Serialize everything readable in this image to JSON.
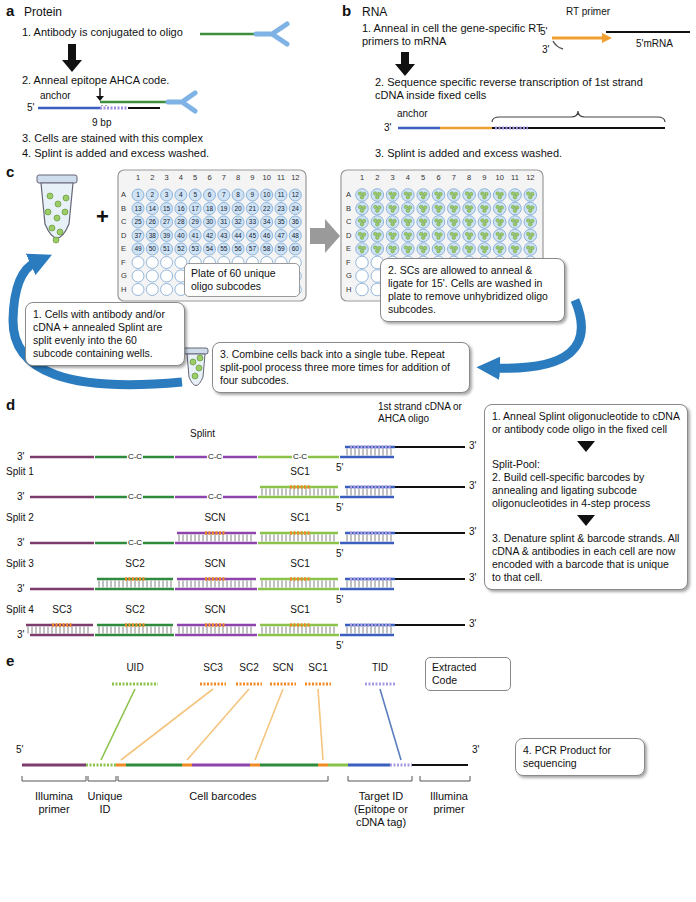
{
  "diagram": {
    "nodes": [
      {
        "text": [
          "1. Cells with antibody and/or cDNA + annealed Splint are split evenly into the 60 subcode containing wells."
        ]
      },
      {
        "text": [
          "Plate of 60 unique oligo subcodes"
        ]
      },
      {
        "text": [
          "2. SCs are allowed to anneal & ligate for 15'. Cells are washed in plate to remove unhybridized oligo subcodes."
        ]
      },
      {
        "text": [
          "3. Combine cells back into a single tube. Repeat split-pool process three more times for addition of four subcodes."
        ]
      },
      {
        "text": [
          "1. Anneal Splint oligonucleotide to cDNA or antibody code oligo in the fixed cell",
          "Split-Pool:",
          "2. Build cell-specific barcodes by annealing and ligating subcode oligonucleotides in 4-step process",
          "3. Denature splint & barcode strands. All cDNA & antibodies in each cell are now encoded with a barcode that is unique to that cell."
        ]
      },
      {
        "text": [
          "Extracted Code"
        ]
      },
      {
        "text": [
          "4. PCR Product for sequencing"
        ]
      }
    ],
    "labels": [
      "a",
      "Protein",
      "1. Antibody is conjugated to oligo",
      "2. Anneal epitope AHCA code.",
      "anchor",
      "5'",
      "9 bp",
      "3. Cells are stained with this complex",
      "4. Splint is added and excess washed.",
      "b",
      "RNA",
      "1. Anneal in cell the gene-specific RT primers to mRNA",
      "RT primer",
      "5'",
      "5'mRNA",
      "3'",
      "2. Sequence specific reverse transcription of 1st strand cDNA inside fixed cells",
      "anchor",
      "3'",
      "3. Splint is added and excess washed.",
      "c",
      "+",
      "1",
      "2",
      "3",
      "4",
      "5",
      "6",
      "7",
      "8",
      "9",
      "10",
      "11",
      "12",
      "A",
      "B",
      "C",
      "D",
      "E",
      "F",
      "G",
      "H",
      "1",
      "2",
      "3",
      "4",
      "5",
      "6",
      "7",
      "8",
      "9",
      "10",
      "11",
      "12",
      "13",
      "14",
      "15",
      "16",
      "17",
      "18",
      "19",
      "20",
      "21",
      "22",
      "23",
      "24",
      "25",
      "26",
      "27",
      "28",
      "29",
      "30",
      "31",
      "32",
      "33",
      "34",
      "35",
      "36",
      "37",
      "38",
      "39",
      "40",
      "41",
      "42",
      "43",
      "44",
      "45",
      "46",
      "47",
      "48",
      "49",
      "50",
      "51",
      "52",
      "53",
      "54",
      "55",
      "56",
      "57",
      "58",
      "59",
      "60",
      "1",
      "2",
      "3",
      "4",
      "5",
      "6",
      "7",
      "8",
      "9",
      "10",
      "11",
      "12",
      "A",
      "B",
      "C",
      "D",
      "E",
      "F",
      "G",
      "H",
      "d",
      "Splint",
      "1st strand cDNA or AHCA oligo",
      "3'",
      "C-C",
      "C-C",
      "C-C",
      "5'",
      "3'",
      "Split 1",
      "3'",
      "SC1",
      "C-C",
      "C-C",
      "5'",
      "3'",
      "Split 2",
      "3'",
      "SCN",
      "SC1",
      "C-C",
      "5'",
      "3'",
      "Split 3",
      "3'",
      "SC2",
      "SCN",
      "SC1",
      "5'",
      "3'",
      "Split 4",
      "3'",
      "SC3",
      "SC2",
      "SCN",
      "SC1",
      "5'",
      "3'",
      "e",
      "UID",
      "SC3",
      "SC2",
      "SCN",
      "SC1",
      "TID",
      "5'",
      "3'",
      "Illumina primer",
      "Unique ID",
      "Cell barcodes",
      "Target ID (Epitope or cDNA tag)",
      "Illumina primer"
    ]
  }
}
